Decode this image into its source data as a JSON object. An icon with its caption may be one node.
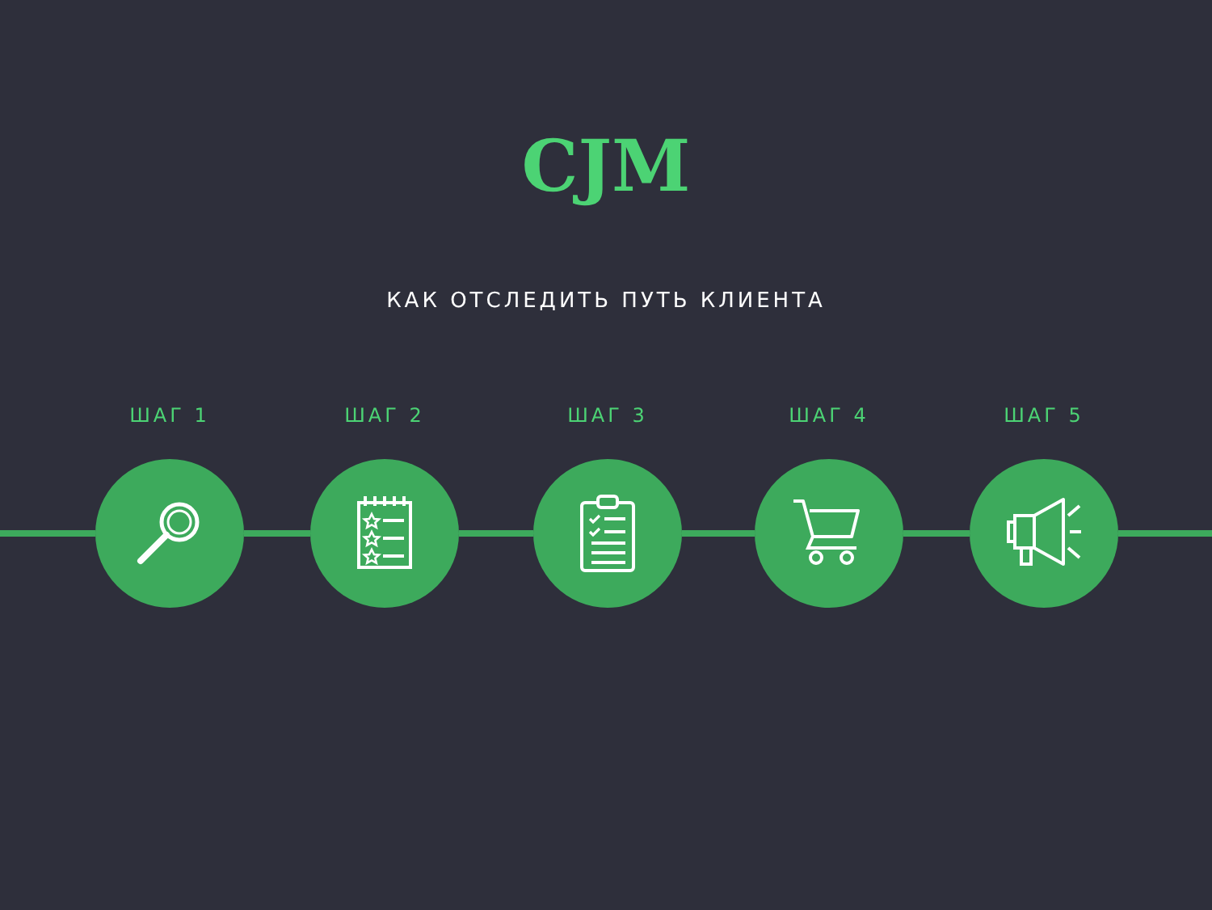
{
  "diagram": {
    "title": "CJM",
    "nodes": [
      {
        "text": [
          "ШАГ 1"
        ]
      },
      {
        "text": [
          "ШАГ 2"
        ]
      },
      {
        "text": [
          "ШАГ 3"
        ]
      },
      {
        "text": [
          "ШАГ 4"
        ]
      },
      {
        "text": [
          "ШАГ 5"
        ]
      }
    ],
    "edges": [
      {
        "from": null,
        "to": 0,
        "arrow": "none"
      },
      {
        "from": 0,
        "to": 1,
        "arrow": "none"
      },
      {
        "from": 1,
        "to": 2,
        "arrow": "none"
      },
      {
        "from": 2,
        "to": 3,
        "arrow": "none"
      },
      {
        "from": 3,
        "to": 4,
        "arrow": "none"
      },
      {
        "from": 4,
        "to": null,
        "arrow": "none"
      }
    ],
    "labels": [
      "КАК ОТСЛЕДИТЬ ПУТЬ КЛИЕНТА"
    ]
  }
}
